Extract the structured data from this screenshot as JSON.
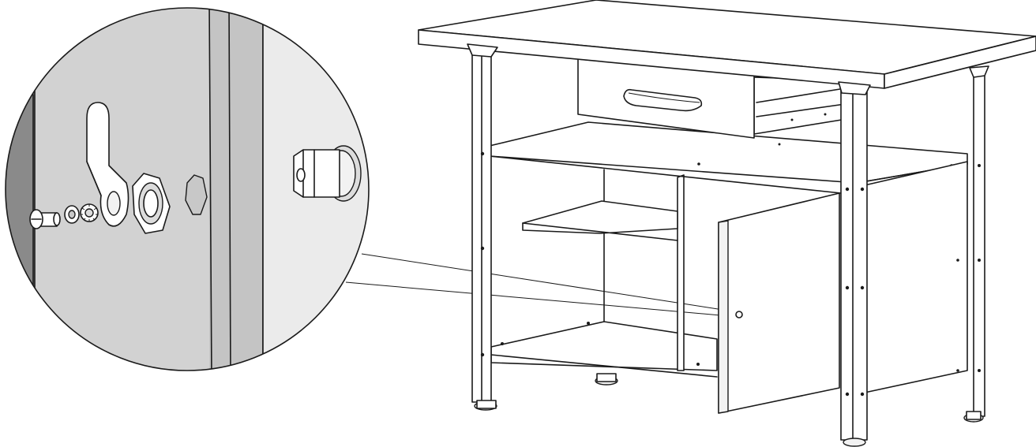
{
  "figure": {
    "kind": "assembly-instruction",
    "style": "line-art",
    "subject": "workbench",
    "detail_callout": "cam-lock-parts",
    "colors": {
      "line": "#1a1a1a",
      "background": "#ffffff",
      "door_panel": "#d2d2d2",
      "door_edge": "#ebebeb",
      "cabinet_side": "#8a8a8a"
    }
  }
}
